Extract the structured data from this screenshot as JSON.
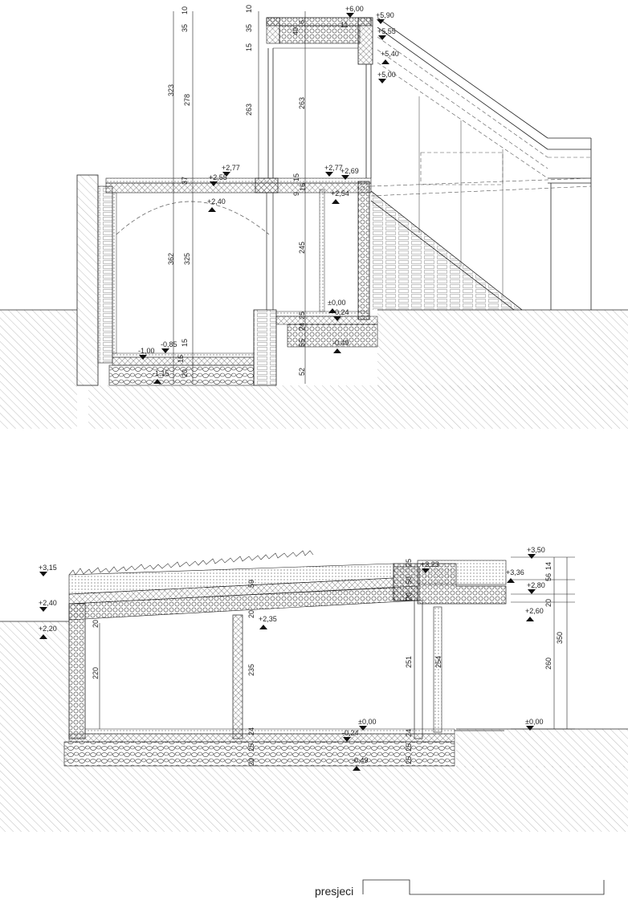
{
  "title": "presjeci",
  "colors": {
    "line": "#222222",
    "hatch": "#9a9a9a",
    "paper": "#ffffff"
  },
  "section_1": {
    "levels": [
      "+6,00",
      "+5,90",
      "+5,55",
      "+5,40",
      "+5,00",
      "+2,77",
      "+2,55",
      "+2,40",
      "+2,77",
      "+2,69",
      "+2,54",
      "±0,00",
      "-0,24",
      "-0,49",
      "-0,85",
      "-1,00",
      "-1,15"
    ],
    "dims": [
      "10",
      "35",
      "323",
      "278",
      "10",
      "35",
      "15",
      "263",
      "6",
      "40",
      "11",
      "263",
      "37",
      "15",
      "9",
      "16",
      "362",
      "325",
      "245",
      "15",
      "15",
      "20",
      "25",
      "24",
      "55",
      "52"
    ]
  },
  "section_2": {
    "levels": [
      "+3,15",
      "+2,40",
      "+2,20",
      "+2,35",
      "+3,23",
      "+3,50",
      "+3,36",
      "+2,80",
      "+2,60",
      "±0,00",
      "±0,00",
      "-0,24",
      "-0,49"
    ],
    "dims": [
      "20",
      "220",
      "59",
      "20",
      "235",
      "25",
      "50",
      "20",
      "251",
      "254",
      "56",
      "14",
      "20",
      "350",
      "260",
      "20",
      "25",
      "24",
      "25",
      "24",
      "25"
    ]
  }
}
